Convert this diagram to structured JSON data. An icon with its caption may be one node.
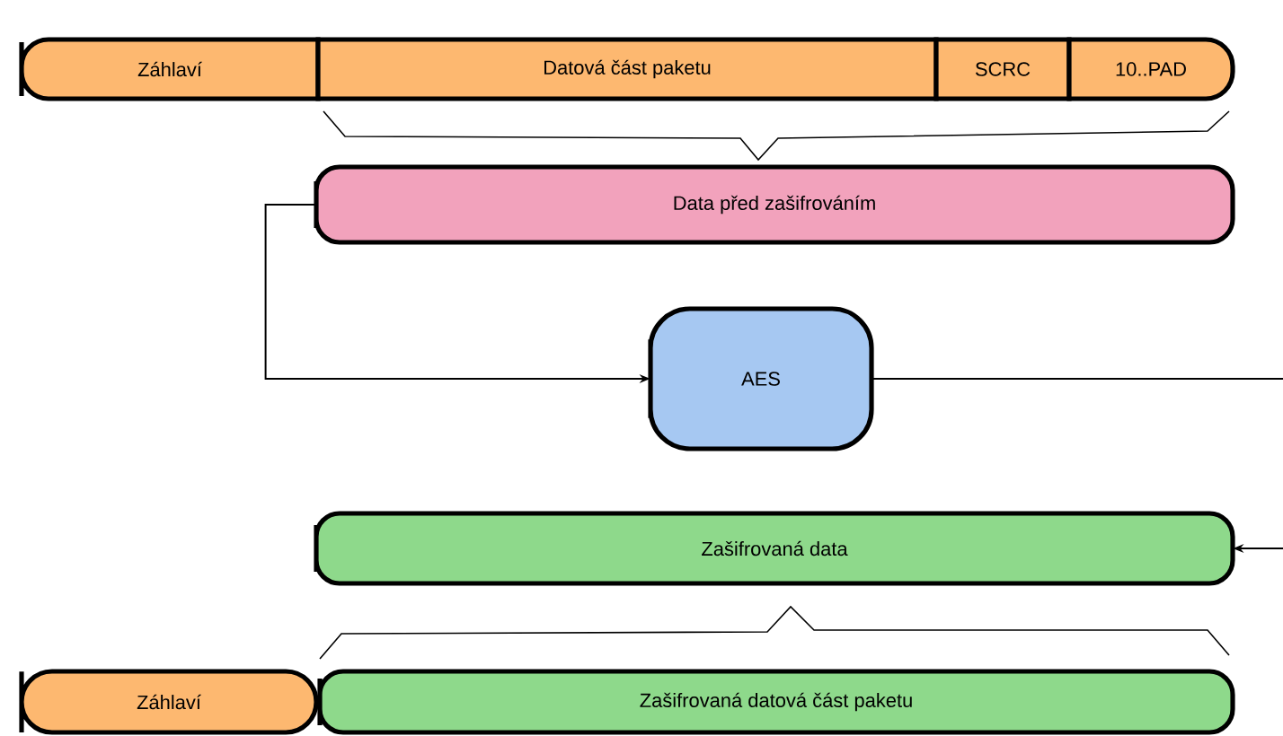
{
  "diagram": {
    "nodes": [
      {
        "text": [
          "Záhlaví"
        ]
      },
      {
        "text": [
          "Datová část paketu"
        ]
      },
      {
        "text": [
          "SCRC"
        ]
      },
      {
        "text": [
          "10..PAD"
        ]
      },
      {
        "text": [
          "Data před zašifrováním"
        ]
      },
      {
        "text": [
          "AES"
        ]
      },
      {
        "text": [
          "Zašifrovaná data"
        ]
      },
      {
        "text": [
          "Záhlaví"
        ]
      },
      {
        "text": [
          "Zašifrovaná datová část paketu"
        ]
      }
    ],
    "edges": [
      {
        "from": 4,
        "to": 5,
        "arrow": "to"
      },
      {
        "from": 5,
        "to": 6,
        "arrow": "to"
      }
    ]
  }
}
